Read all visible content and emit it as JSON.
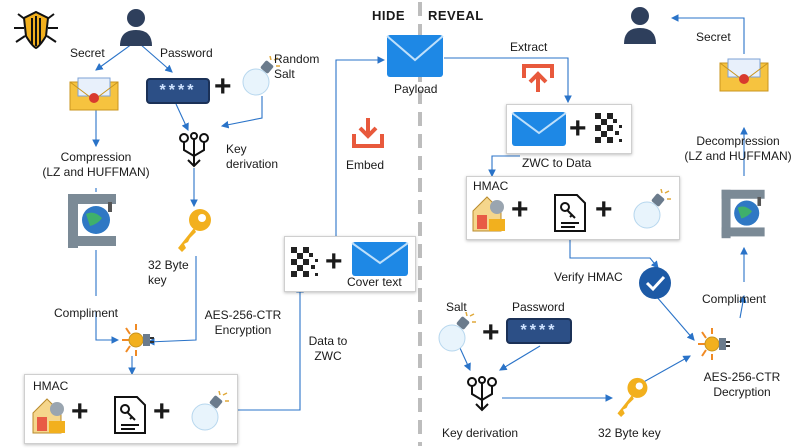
{
  "header": {
    "hide": "HIDE",
    "reveal": "REVEAL"
  },
  "hide": {
    "secret": "Secret",
    "password": "Password",
    "random_salt": "Random\nSalt",
    "password_mask": "****",
    "compression": "Compression\n(LZ and HUFFMAN)",
    "key_derivation": "Key\nderivation",
    "key_32": "32 Byte\nkey",
    "compliment": "Compliment",
    "aes": "AES-256-CTR\nEncryption",
    "hmac": "HMAC",
    "data_to_zwc": "Data to\nZWC",
    "cover_text": "Cover text",
    "embed": "Embed",
    "payload": "Payload"
  },
  "reveal": {
    "extract": "Extract",
    "zwc_to_data": "ZWC to Data",
    "hmac": "HMAC",
    "verify_hmac": "Verify HMAC",
    "salt": "Salt",
    "password": "Password",
    "password_mask": "****",
    "key_derivation": "Key derivation",
    "key_32": "32 Byte key",
    "aes": "AES-256-CTR\nDecryption",
    "compliment": "Compliment",
    "decompression": "Decompression\n(LZ and HUFFMAN)",
    "secret": "Secret"
  },
  "colors": {
    "accent_blue": "#1e88e5",
    "navy": "#2e3f5c",
    "key_gold": "#f2b01e",
    "embed_orange": "#e8593c",
    "check_blue": "#1d5aa6"
  }
}
